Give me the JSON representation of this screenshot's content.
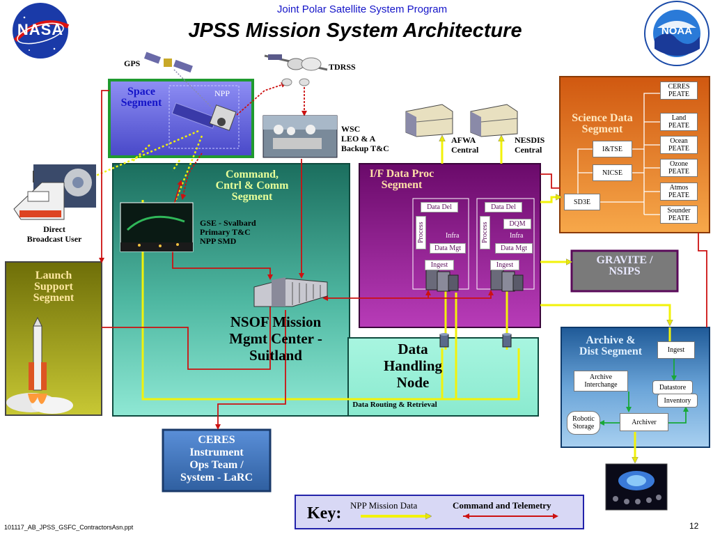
{
  "header": {
    "subtitle": "Joint Polar Satellite System Program",
    "title": "JPSS Mission System Architecture"
  },
  "logos": {
    "nasa_text": "NASA",
    "noaa_text": "NOAA"
  },
  "space": {
    "gps": "GPS",
    "tdrss": "TDRSS",
    "title": [
      "Space",
      "Segment"
    ],
    "npp": "NPP"
  },
  "wsc": {
    "lines": [
      "WSC",
      "LEO & A",
      "Backup T&C"
    ]
  },
  "direct_broadcast": {
    "lines": [
      "Direct",
      "Broadcast User"
    ]
  },
  "launch": {
    "title": [
      "Launch",
      "Support",
      "Segment"
    ]
  },
  "c3": {
    "title": [
      "Command,",
      "Cntrl & Comm",
      "Segment"
    ],
    "gse": [
      "GSE - Svalbard",
      "Primary T&C",
      "NPP SMD"
    ],
    "nsof": [
      "NSOF Mission",
      "Mgmt Center -",
      "Suitland"
    ]
  },
  "dhn": {
    "title": [
      "Data",
      "Handling",
      "Node"
    ],
    "routing": "Data Routing & Retrieval"
  },
  "ifdp": {
    "title": [
      "I/F Data Proc",
      "Segment"
    ],
    "left": {
      "data_del": "Data Del",
      "process": "Process",
      "infra": "Infra",
      "data_mgt": "Data Mgt",
      "ingest": "Ingest"
    },
    "right": {
      "data_del": "Data Del",
      "process": "Process",
      "dqm": "DQM",
      "infra": "Infra",
      "data_mgt": "Data Mgt",
      "ingest": "Ingest"
    }
  },
  "centrals": {
    "afwa": [
      "AFWA",
      "Central"
    ],
    "nesdis": [
      "NESDIS",
      "Central"
    ]
  },
  "sds": {
    "title": [
      "Science Data",
      "Segment"
    ],
    "peates": [
      [
        "CERES",
        "PEATE"
      ],
      [
        "Land",
        "PEATE"
      ],
      [
        "Ocean",
        "PEATE"
      ],
      [
        "Ozone",
        "PEATE"
      ],
      [
        "Atmos",
        "PEATE"
      ],
      [
        "Sounder",
        "PEATE"
      ]
    ],
    "itse": "I&TSE",
    "nicse": "NICSE",
    "sd3e": "SD3E"
  },
  "gravite": {
    "lines": [
      "GRAVITE /",
      "NSIPS"
    ]
  },
  "ads": {
    "title": [
      "Archive &",
      "Dist Segment"
    ],
    "ingest": "Ingest",
    "archive_interchange": [
      "Archive",
      "Interchange"
    ],
    "datastore": "Datastore",
    "inventory": "Inventory",
    "robotic": [
      "Robotic",
      "Storage"
    ],
    "archiver": "Archiver"
  },
  "ceres_ops": {
    "lines": [
      "CERES",
      "Instrument",
      "Ops Team /",
      "System - LaRC"
    ]
  },
  "key": {
    "title": "Key:",
    "npp": "NPP Mission Data",
    "cmd": "Command and Telemetry"
  },
  "footer": {
    "file": "101117_AB_JPSS_GSFC_ContractorsAsn.ppt",
    "page": "12"
  },
  "colors": {
    "mission_data": "#f2f20a",
    "command_telemetry": "#cc1111",
    "space_bg": "#6f6fe0",
    "space_border": "#1f9a2f",
    "c3_bg": "#1f7a6a",
    "ifdp_bg": "#8a1a8a",
    "sds_bg": "#e07020",
    "ads_bg": "#2f6fa8",
    "launch_bg": "#9a9a18",
    "ceres_ops_bg": "#3a6fb0",
    "gravite_bg": "#7a7a7a",
    "key_bg": "#d8d8f5",
    "title_blue": "#1414c8"
  }
}
